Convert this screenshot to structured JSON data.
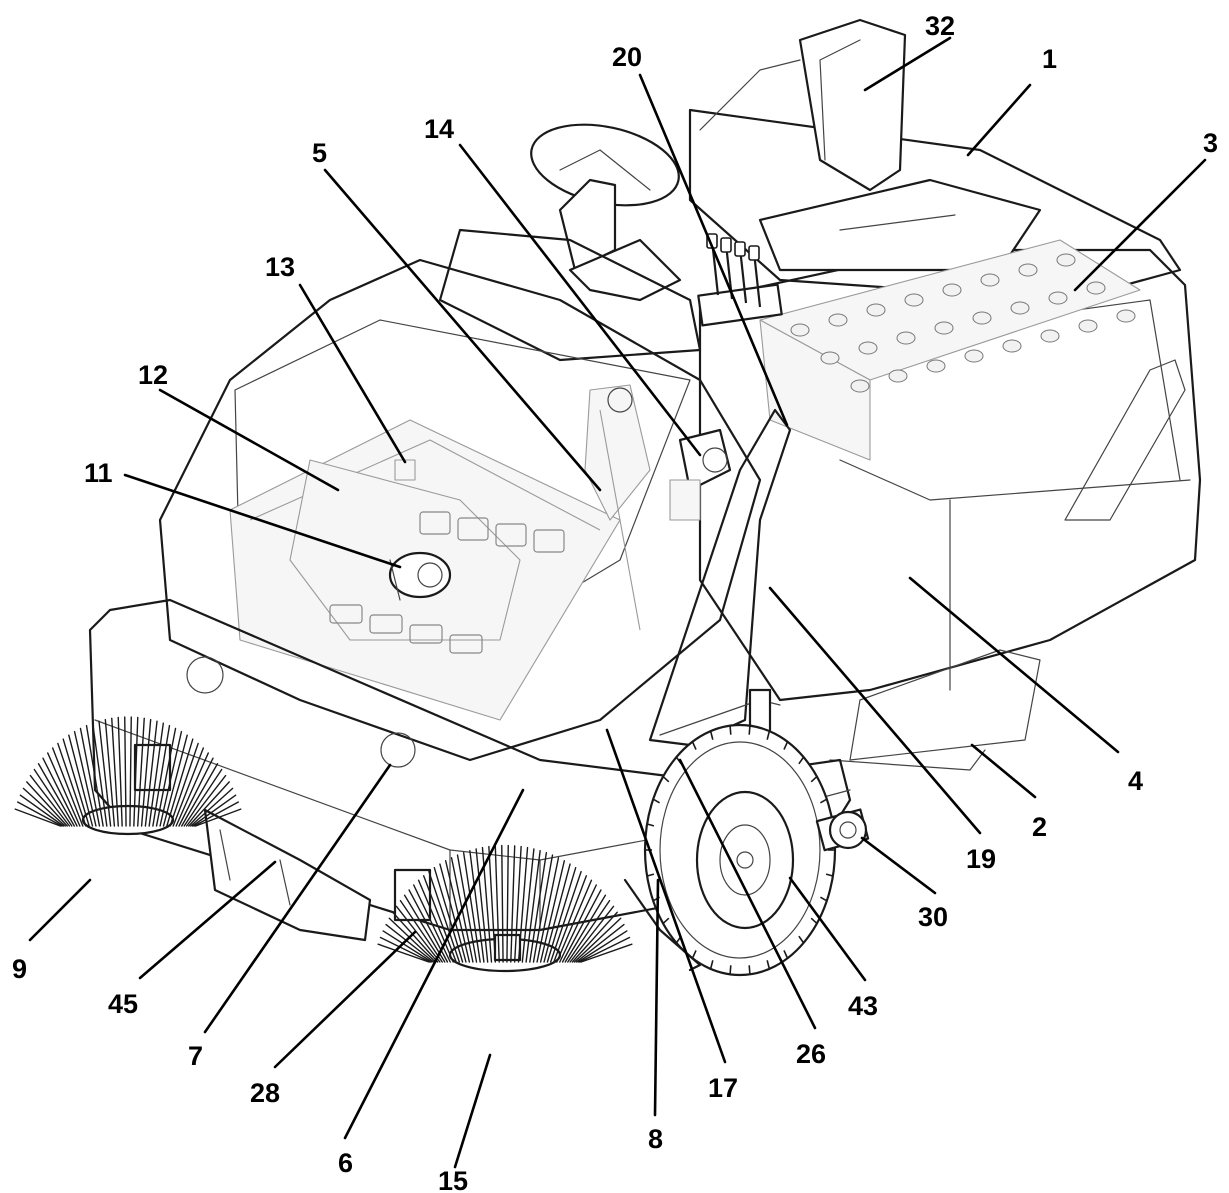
{
  "callouts": [
    {
      "id": "1",
      "label": "1"
    },
    {
      "id": "2",
      "label": "2"
    },
    {
      "id": "3",
      "label": "3"
    },
    {
      "id": "4",
      "label": "4"
    },
    {
      "id": "5",
      "label": "5"
    },
    {
      "id": "6",
      "label": "6"
    },
    {
      "id": "7",
      "label": "7"
    },
    {
      "id": "8",
      "label": "8"
    },
    {
      "id": "9",
      "label": "9"
    },
    {
      "id": "11",
      "label": "11"
    },
    {
      "id": "12",
      "label": "12"
    },
    {
      "id": "13",
      "label": "13"
    },
    {
      "id": "14",
      "label": "14"
    },
    {
      "id": "15",
      "label": "15"
    },
    {
      "id": "17",
      "label": "17"
    },
    {
      "id": "19",
      "label": "19"
    },
    {
      "id": "20",
      "label": "20"
    },
    {
      "id": "26",
      "label": "26"
    },
    {
      "id": "28",
      "label": "28"
    },
    {
      "id": "30",
      "label": "30"
    },
    {
      "id": "32",
      "label": "32"
    },
    {
      "id": "43",
      "label": "43"
    },
    {
      "id": "45",
      "label": "45"
    }
  ]
}
